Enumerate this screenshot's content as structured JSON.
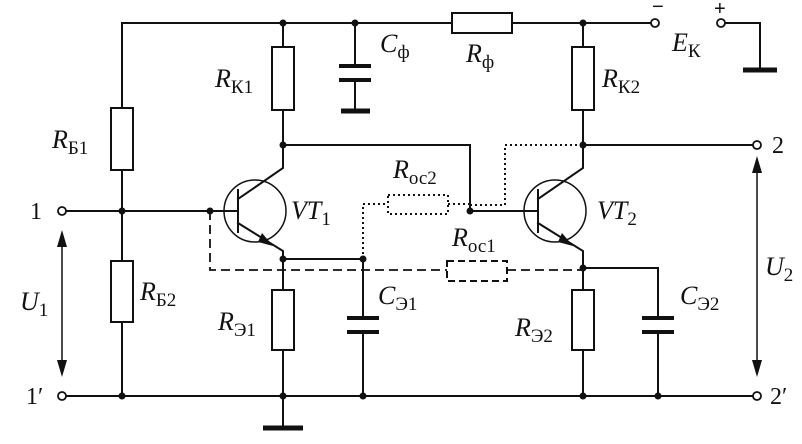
{
  "components": {
    "rb1": {
      "symbol": "R",
      "sub": "Б1"
    },
    "rb2": {
      "symbol": "R",
      "sub": "Б2"
    },
    "rk1": {
      "symbol": "R",
      "sub": "К1"
    },
    "rk2": {
      "symbol": "R",
      "sub": "К2"
    },
    "re1": {
      "symbol": "R",
      "sub": "Э1"
    },
    "re2": {
      "symbol": "R",
      "sub": "Э2"
    },
    "rf": {
      "symbol": "R",
      "sub": "ф"
    },
    "cf": {
      "symbol": "C",
      "sub": "ф"
    },
    "ce1": {
      "symbol": "C",
      "sub": "Э1"
    },
    "ce2": {
      "symbol": "C",
      "sub": "Э2"
    },
    "ros1": {
      "symbol": "R",
      "sub": "ос1"
    },
    "ros2": {
      "symbol": "R",
      "sub": "ос2"
    },
    "vt1": {
      "symbol": "VT",
      "sub": "1"
    },
    "vt2": {
      "symbol": "VT",
      "sub": "2"
    }
  },
  "supply": {
    "symbol": "E",
    "sub": "К",
    "minus": "−",
    "plus": "+"
  },
  "terminals": {
    "in_top": "1",
    "in_bottom": "1′",
    "out_top": "2",
    "out_bottom": "2′"
  },
  "voltages": {
    "u1": {
      "symbol": "U",
      "sub": "1"
    },
    "u2": {
      "symbol": "U",
      "sub": "2"
    }
  }
}
